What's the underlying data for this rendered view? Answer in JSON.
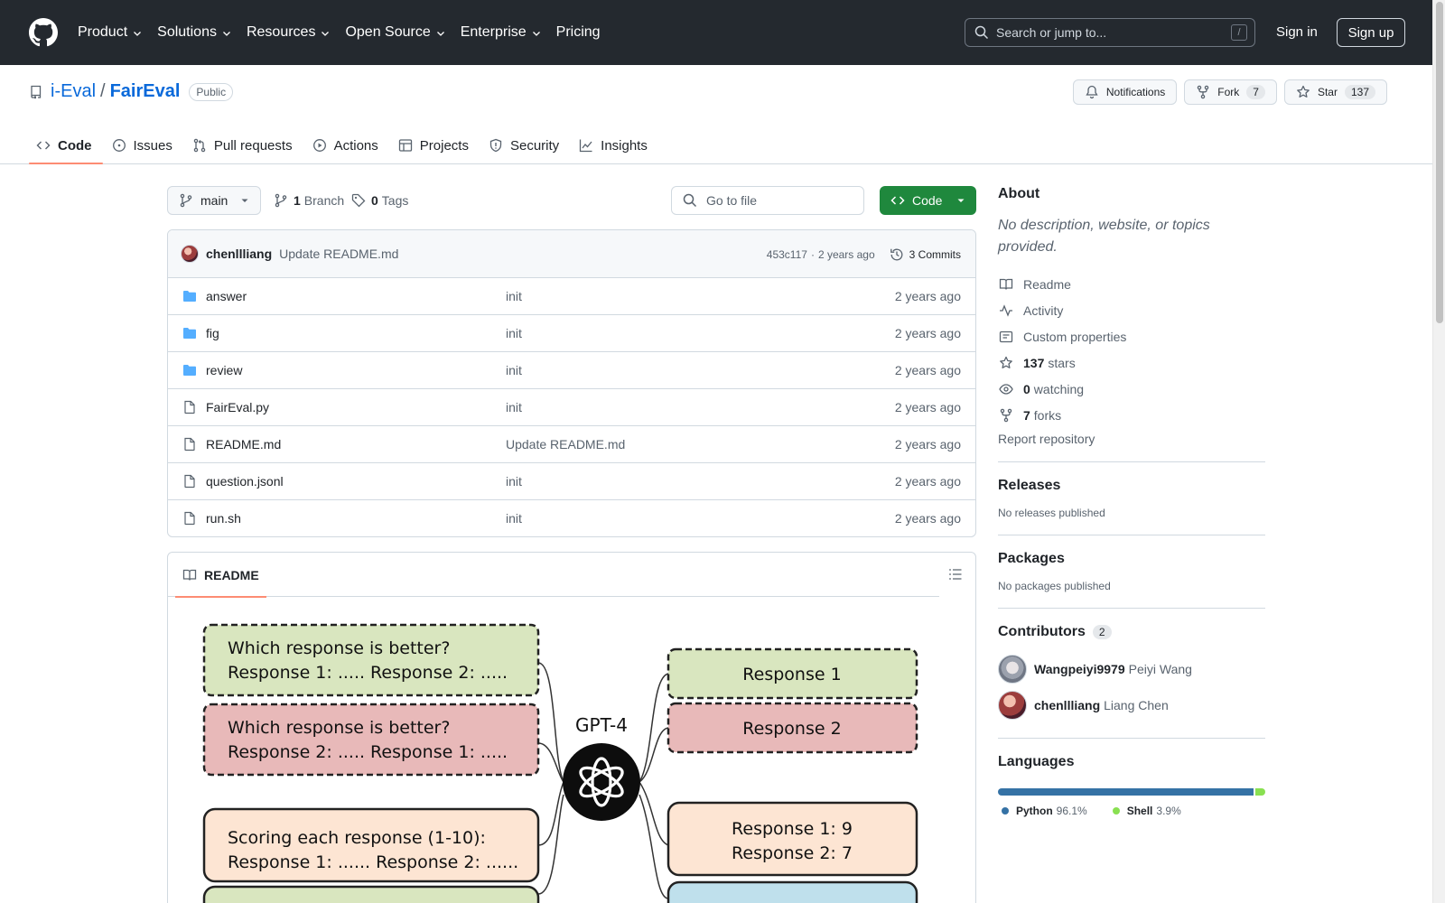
{
  "header": {
    "nav": [
      "Product",
      "Solutions",
      "Resources",
      "Open Source",
      "Enterprise",
      "Pricing"
    ],
    "search_placeholder": "Search or jump to...",
    "slash_key": "/",
    "sign_in": "Sign in",
    "sign_up": "Sign up"
  },
  "repo": {
    "owner": "i-Eval",
    "separator": "/",
    "name": "FairEval",
    "visibility": "Public",
    "notifications_label": "Notifications",
    "fork_label": "Fork",
    "fork_count": "7",
    "star_label": "Star",
    "star_count": "137",
    "tabs": [
      "Code",
      "Issues",
      "Pull requests",
      "Actions",
      "Projects",
      "Security",
      "Insights"
    ]
  },
  "toolbar": {
    "branch": "main",
    "branch_count": "1",
    "branch_label": "Branch",
    "tag_count": "0",
    "tag_label": "Tags",
    "goto_placeholder": "Go to file",
    "code_label": "Code"
  },
  "commit": {
    "author": "chenllliang",
    "message": "Update README.md",
    "hash": "453c117",
    "dot": "·",
    "time": "2 years ago",
    "commits_label": "3 Commits"
  },
  "files": [
    {
      "name": "answer",
      "type": "dir",
      "message": "init",
      "date": "2 years ago"
    },
    {
      "name": "fig",
      "type": "dir",
      "message": "init",
      "date": "2 years ago"
    },
    {
      "name": "review",
      "type": "dir",
      "message": "init",
      "date": "2 years ago"
    },
    {
      "name": "FairEval.py",
      "type": "file",
      "message": "init",
      "date": "2 years ago"
    },
    {
      "name": "README.md",
      "type": "file",
      "message": "Update README.md",
      "date": "2 years ago"
    },
    {
      "name": "question.jsonl",
      "type": "file",
      "message": "init",
      "date": "2 years ago"
    },
    {
      "name": "run.sh",
      "type": "file",
      "message": "init",
      "date": "2 years ago"
    }
  ],
  "readme": {
    "tab_label": "README",
    "figure": {
      "prompt1_line1": "Which response is better?",
      "prompt1_line2": "Response 1: .....  Response 2: .....",
      "prompt2_line1": "Which response is better?",
      "prompt2_line2": "Response 2: .....  Response 1: .....",
      "prompt3_line1": "Scoring each response (1-10):",
      "prompt3_line2": "Response 1: ......  Response 2: ......",
      "model": "GPT-4",
      "out1": "Response 1",
      "out2": "Response 2",
      "out3_line1": "Response 1: 9",
      "out3_line2": "Response 2: 7"
    }
  },
  "sidebar": {
    "about_title": "About",
    "about_desc": "No description, website, or topics provided.",
    "links": [
      {
        "icon": "book-icon",
        "label": "Readme",
        "count": ""
      },
      {
        "icon": "pulse-icon",
        "label": "Activity",
        "count": ""
      },
      {
        "icon": "note-icon",
        "label": "Custom properties",
        "count": ""
      },
      {
        "icon": "star-icon",
        "label": "stars",
        "count": "137"
      },
      {
        "icon": "eye-icon",
        "label": "watching",
        "count": "0"
      },
      {
        "icon": "fork-icon",
        "label": "forks",
        "count": "7"
      }
    ],
    "report": "Report repository",
    "releases_title": "Releases",
    "releases_text": "No releases published",
    "packages_title": "Packages",
    "packages_text": "No packages published",
    "contributors_title": "Contributors",
    "contributors_count": "2",
    "contributors": [
      {
        "login": "Wangpeiyi9979",
        "name": "Peiyi Wang"
      },
      {
        "login": "chenllliang",
        "name": "Liang Chen"
      }
    ],
    "languages_title": "Languages",
    "languages": [
      {
        "name": "Python",
        "percent": "96.1%",
        "fraction": 0.961,
        "color": "#3572A5"
      },
      {
        "name": "Shell",
        "percent": "3.9%",
        "fraction": 0.039,
        "color": "#89e051"
      }
    ]
  }
}
